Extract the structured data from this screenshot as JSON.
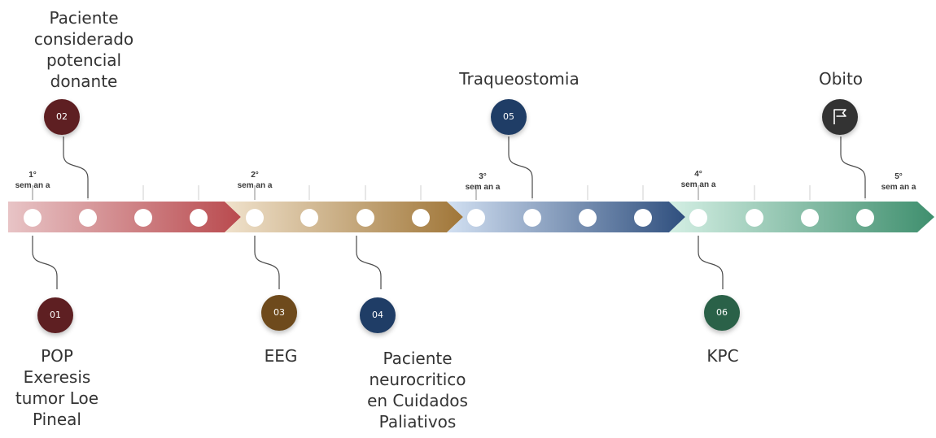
{
  "weeks": [
    {
      "num": "1°",
      "label": "sem an a"
    },
    {
      "num": "2°",
      "label": "sem an a"
    },
    {
      "num": "3°",
      "label": "sem an a"
    },
    {
      "num": "4°",
      "label": "sem an a"
    },
    {
      "num": "5°",
      "label": "sem an a"
    }
  ],
  "events": [
    {
      "num": "01",
      "text": "POP\nExeresis\ntumor Loe\nPineal",
      "color": "#5e1f22"
    },
    {
      "num": "02",
      "text": "Paciente\nconsiderado\npotencial\ndonante",
      "color": "#5e1f22"
    },
    {
      "num": "03",
      "text": "EEG",
      "color": "#6e4a1c"
    },
    {
      "num": "04",
      "text": "Paciente\nneurocritico\nen Cuidados\nPaliativos",
      "color": "#1f3d66"
    },
    {
      "num": "05",
      "text": "Traqueostomia",
      "color": "#1f3d66"
    },
    {
      "num": "06",
      "text": "KPC",
      "color": "#2a6148"
    },
    {
      "num": "",
      "text": "Obito",
      "color": "#333333",
      "icon": "flag-icon"
    }
  ],
  "segments": [
    {
      "from": "#e8c4c6",
      "to": "#b94a4e"
    },
    {
      "from": "#f0e2cc",
      "to": "#a07638"
    },
    {
      "from": "#d2e0f2",
      "to": "#2f4f7e"
    },
    {
      "from": "#d4efe4",
      "to": "#3f8f6e"
    }
  ]
}
